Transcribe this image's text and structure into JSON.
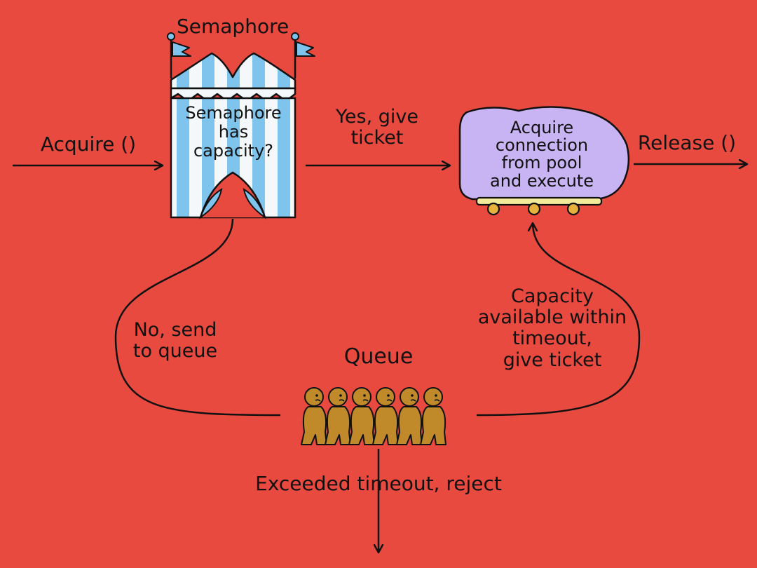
{
  "colors": {
    "background": "#e84a40",
    "ink": "#111111",
    "tent_blue": "#7fc4ec",
    "tent_white": "#f4f8fb",
    "cart_body": "#c8b4f2",
    "cart_base": "#f2ec9a",
    "cart_wheels": "#e6b23c",
    "queue_people": "#c08a2a"
  },
  "icons": {
    "semaphore": "circus-tent-icon",
    "pool": "cart-icon",
    "queue": "people-queue-icon"
  },
  "labels": {
    "semaphore_title": "Semaphore",
    "semaphore_question": [
      "Semaphore",
      "has",
      "capacity?"
    ],
    "acquire": "Acquire ()",
    "yes_give_ticket": [
      "Yes, give",
      "ticket"
    ],
    "pool_action": [
      "Acquire",
      "connection",
      "from pool",
      "and execute"
    ],
    "release": "Release ()",
    "no_send_to_queue": [
      "No, send",
      "to queue"
    ],
    "queue": "Queue",
    "capacity_available": [
      "Capacity",
      "available within",
      "timeout,",
      "give ticket"
    ],
    "exceeded_timeout": "Exceeded timeout, reject"
  }
}
